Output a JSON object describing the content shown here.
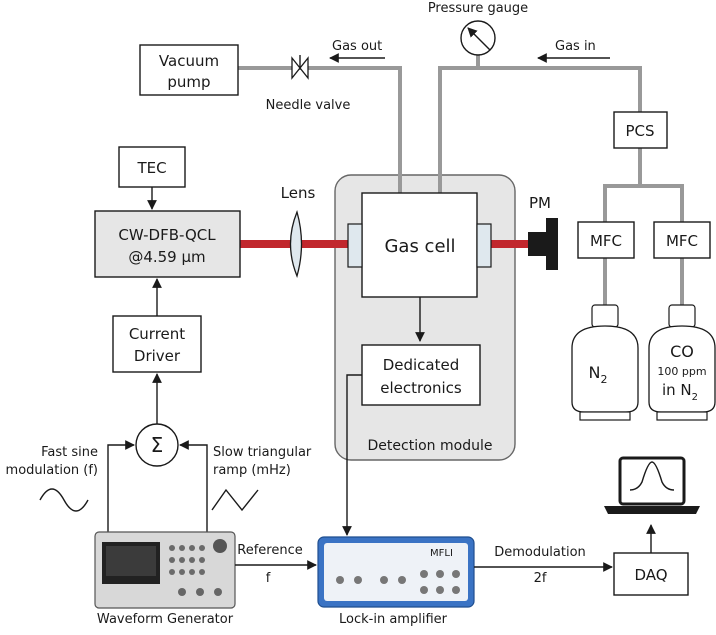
{
  "labels": {
    "pressure_gauge": "Pressure gauge",
    "gas_out": "Gas out",
    "gas_in": "Gas in",
    "vacuum_pump_line1": "Vacuum",
    "vacuum_pump_line2": "pump",
    "needle_valve": "Needle valve",
    "pcs": "PCS",
    "tec": "TEC",
    "qcl_line1": "CW-DFB-QCL",
    "qcl_line2": "@4.59 µm",
    "lens": "Lens",
    "gas_cell": "Gas cell",
    "pm": "PM",
    "mfc_1": "MFC",
    "mfc_2": "MFC",
    "current_driver_line1": "Current",
    "current_driver_line2": "Driver",
    "dedicated_electronics_line1": "Dedicated",
    "dedicated_electronics_line2": "electronics",
    "detection_module": "Detection module",
    "cylinder_n2": "N",
    "cylinder_n2_sub": "2",
    "cylinder_co": "CO",
    "cylinder_co_ppm": "100 ppm",
    "cylinder_co_in": "in N",
    "cylinder_co_sub": "2",
    "summation": "Σ",
    "fast_sine_line1": "Fast sine",
    "fast_sine_line2": "modulation (f)",
    "slow_ramp_line1": "Slow triangular",
    "slow_ramp_line2": "ramp (mHz)",
    "reference": "Reference",
    "reference_f": "f",
    "demodulation": "Demodulation",
    "demodulation_2f": "2f",
    "daq": "DAQ",
    "waveform_generator": "Waveform Generator",
    "lockin_amplifier": "Lock-in amplifier",
    "lockin_brand": "MFLI"
  },
  "colors": {
    "laser_beam": "#c1272d",
    "pipe": "#999999",
    "detection_module_fill": "#e6e6e6",
    "qcl_fill": "#e6e6e6",
    "lockin_body": "#3a73c4"
  }
}
